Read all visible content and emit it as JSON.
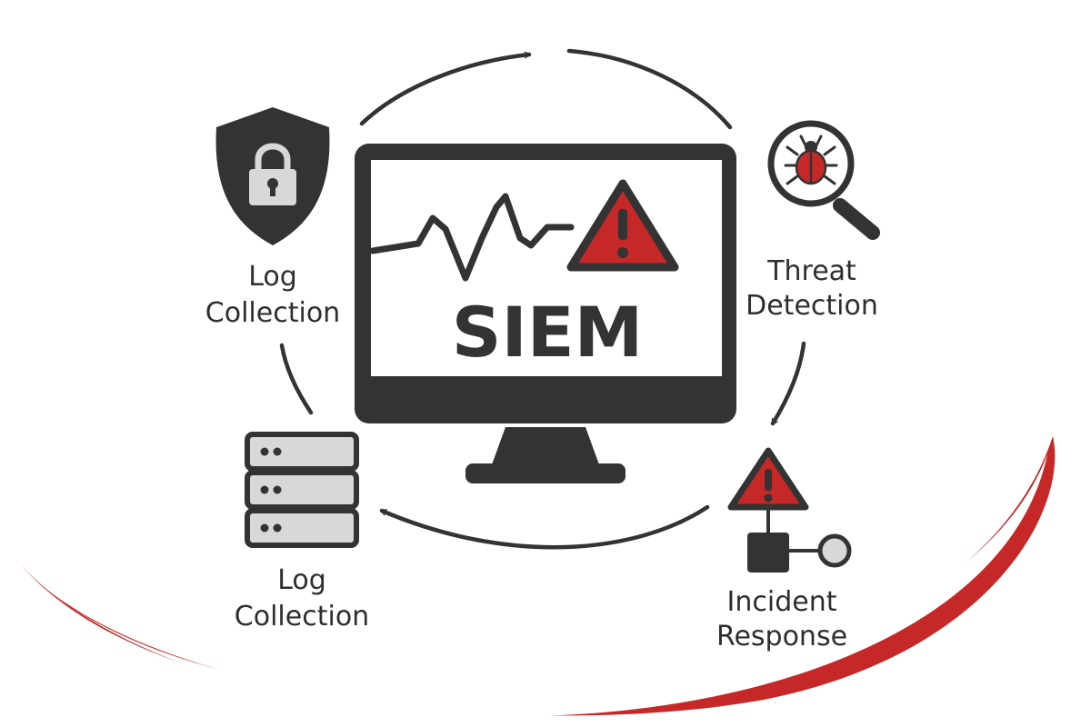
{
  "diagram": {
    "center": {
      "label": "SIEM"
    },
    "nodes": [
      {
        "id": "log-collection-top",
        "icon": "shield-lock-icon",
        "label_lines": [
          "Log",
          "Collection"
        ]
      },
      {
        "id": "threat-detection",
        "icon": "magnifier-bug-icon",
        "label_lines": [
          "Threat",
          "Detection"
        ]
      },
      {
        "id": "incident-response",
        "icon": "warning-flow-icon",
        "label_lines": [
          "Incident",
          "Response"
        ]
      },
      {
        "id": "log-collection-bottom",
        "icon": "server-stack-icon",
        "label_lines": [
          "Log",
          "Collection"
        ]
      }
    ],
    "colors": {
      "dark": "#333333",
      "darker": "#2b2b2b",
      "light_gray": "#d8d8d8",
      "red": "#c62828",
      "white": "#ffffff"
    }
  }
}
